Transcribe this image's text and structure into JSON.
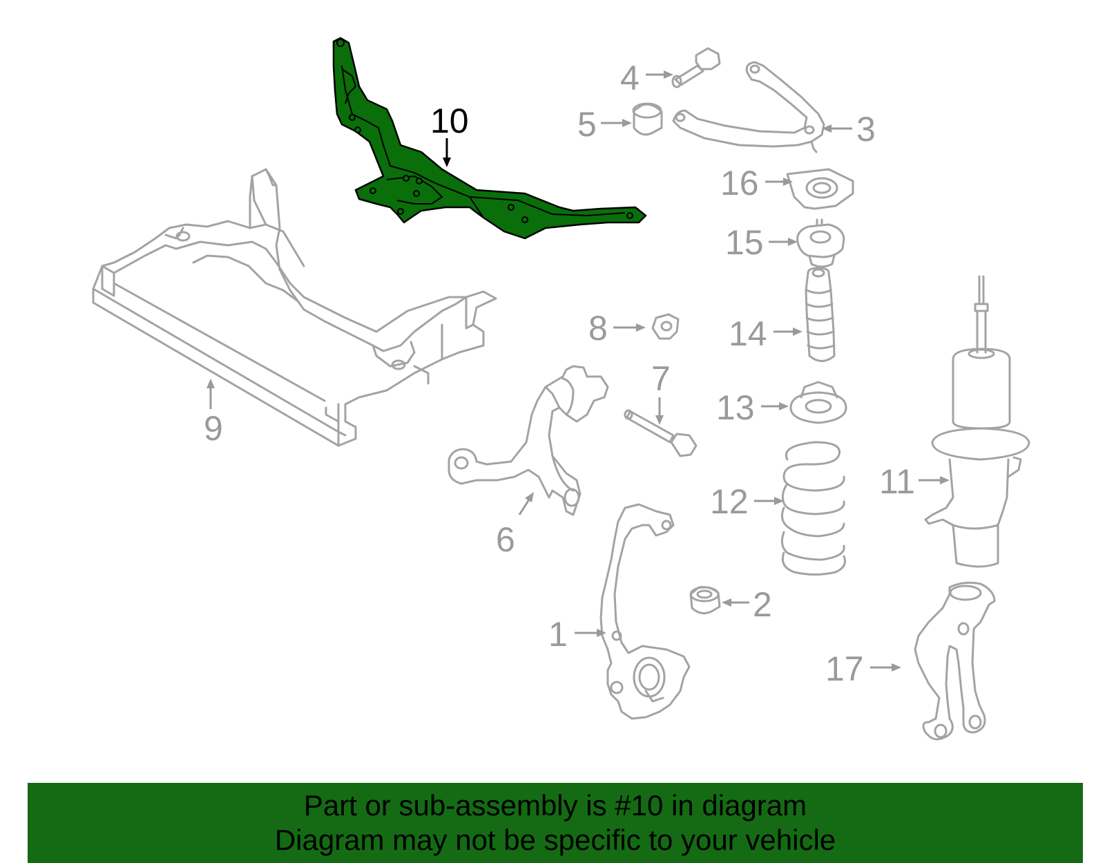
{
  "diagram": {
    "highlighted_part": "10",
    "highlight_color": "#0a6e0a",
    "outline_color": "#a3a3a3",
    "callouts": {
      "c1": "1",
      "c2": "2",
      "c3": "3",
      "c4": "4",
      "c5": "5",
      "c6": "6",
      "c7": "7",
      "c8": "8",
      "c9": "9",
      "c10": "10",
      "c11": "11",
      "c12": "12",
      "c13": "13",
      "c14": "14",
      "c15": "15",
      "c16": "16",
      "c17": "17"
    }
  },
  "banner": {
    "line1": "Part or sub-assembly is #10 in diagram",
    "line2": "Diagram may not be specific to your vehicle",
    "background": "#146b14"
  }
}
